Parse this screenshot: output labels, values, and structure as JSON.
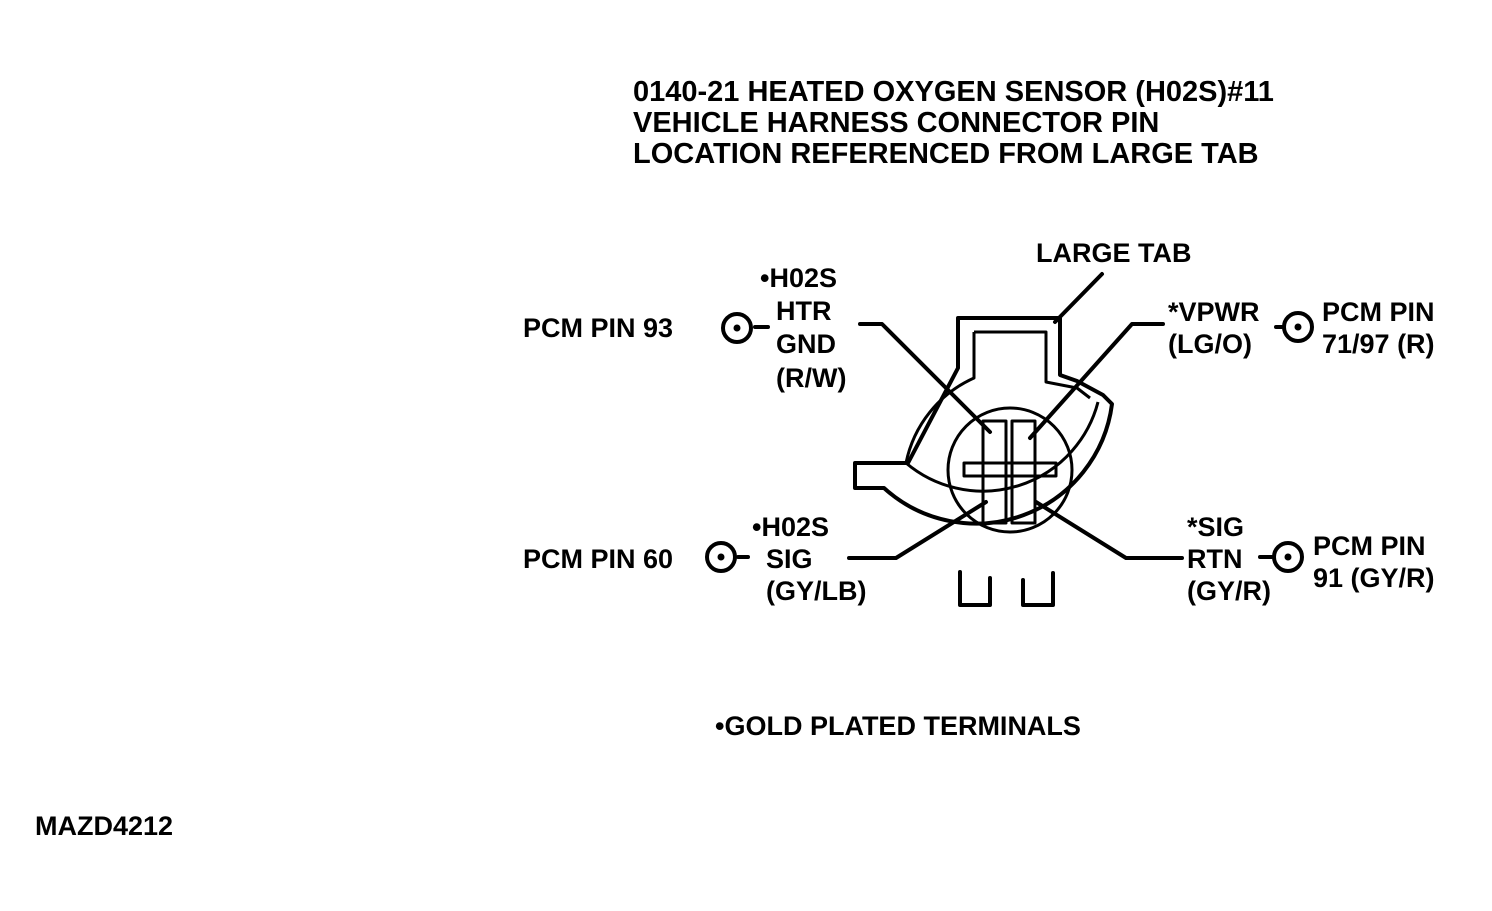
{
  "title": {
    "line1": "0140-21 HEATED OXYGEN SENSOR (H02S)#11",
    "line2": "VEHICLE HARNESS CONNECTOR PIN",
    "line3": "LOCATION REFERENCED FROM LARGE TAB"
  },
  "connector": {
    "large_tab_label": "LARGE TAB"
  },
  "pins": {
    "top_left": {
      "pcm_label": "PCM PIN 93",
      "circuit_lines": [
        "•H02S",
        "HTR",
        "GND",
        "(R/W)"
      ]
    },
    "top_right": {
      "circuit_lines": [
        "*VPWR",
        "(LG/O)"
      ],
      "pcm_lines": [
        "PCM PIN",
        "71/97 (R)"
      ]
    },
    "bottom_left": {
      "pcm_label": "PCM PIN 60",
      "circuit_lines": [
        "•H02S",
        "SIG",
        "(GY/LB)"
      ]
    },
    "bottom_right": {
      "circuit_lines": [
        "*SIG",
        "RTN",
        "(GY/R)"
      ],
      "pcm_lines": [
        "PCM PIN",
        "91 (GY/R)"
      ]
    }
  },
  "footnote": "•GOLD PLATED TERMINALS",
  "figure_id": "MAZD4212",
  "colors": {
    "ink": "#000000",
    "paper": "#ffffff"
  }
}
